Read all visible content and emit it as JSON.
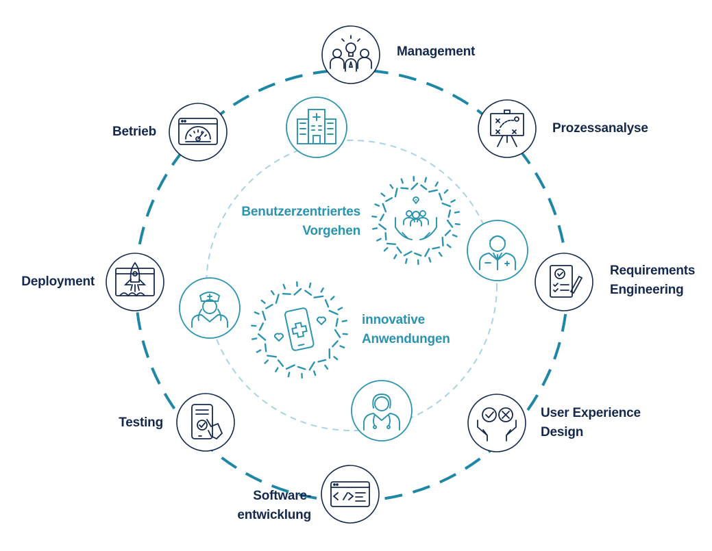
{
  "colors": {
    "navy": "#14284d",
    "teal": "#2a93b0",
    "ring_dash": "#1e87a6",
    "inner_dash": "#a9d3e3"
  },
  "outer_nodes": [
    {
      "id": "management",
      "label": "Management",
      "icon": "idea-team-icon"
    },
    {
      "id": "prozessanalyse",
      "label": "Prozessanalyse",
      "icon": "strategy-board-icon"
    },
    {
      "id": "requirements",
      "label_lines": [
        "Requirements",
        "Engineering"
      ],
      "icon": "checklist-icon"
    },
    {
      "id": "ux",
      "label_lines": [
        "User Experience",
        "Design"
      ],
      "icon": "check-cross-hands-icon"
    },
    {
      "id": "software",
      "label_lines": [
        "Software-",
        "entwicklung"
      ],
      "icon": "code-window-icon"
    },
    {
      "id": "testing",
      "label": "Testing",
      "icon": "phone-touch-icon"
    },
    {
      "id": "deployment",
      "label": "Deployment",
      "icon": "rocket-window-icon"
    },
    {
      "id": "betrieb",
      "label": "Betrieb",
      "icon": "dashboard-gauge-icon"
    }
  ],
  "inner_nodes": [
    {
      "id": "hospital",
      "icon": "hospital-icon"
    },
    {
      "id": "doctor",
      "icon": "doctor-icon"
    },
    {
      "id": "female-doctor",
      "icon": "female-doctor-icon"
    },
    {
      "id": "nurse",
      "icon": "nurse-icon"
    }
  ],
  "center": {
    "user_centered": {
      "label_lines": [
        "Benutzerzentriertes",
        "Vorgehen"
      ],
      "icon": "caring-hands-icon"
    },
    "innovative": {
      "label_lines": [
        "innovative",
        "Anwendungen"
      ],
      "icon": "medical-phone-icon"
    }
  }
}
